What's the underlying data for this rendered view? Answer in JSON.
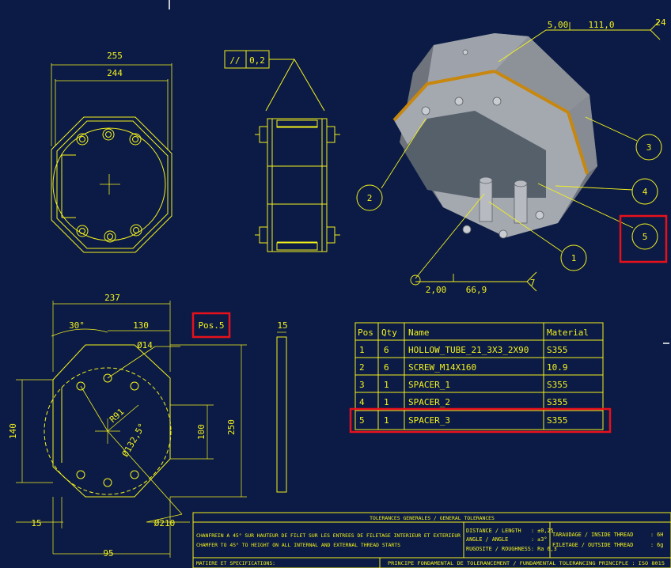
{
  "colors": {
    "background": "#0b1b45",
    "line": "#f4f21c",
    "highlight": "#e8111b",
    "part_face": "#9ea3ab",
    "part_dark": "#6f747c",
    "part_edge": "#c8870f"
  },
  "top_view": {
    "dim_outer": "255",
    "dim_inner": "244"
  },
  "side_view": {
    "flatness_symbol": "//",
    "flatness_value": "0,2"
  },
  "iso_view": {
    "weld_top_a": "5,00",
    "weld_top_b": "111,0",
    "weld_top_tag": "24",
    "weld_bottom_a": "2,00",
    "weld_bottom_b": "66,9",
    "weld_bottom_tag": "7",
    "balloons": [
      "1",
      "2",
      "3",
      "4",
      "5"
    ]
  },
  "detail_view": {
    "dim_width": "237",
    "dim_half_width": "130",
    "dim_angle": "30°",
    "dim_hole": "Ø14",
    "dim_radius": "R91",
    "dim_pcd": "Ø132,5°",
    "dim_height": "250",
    "dim_height_inner": "140",
    "dim_center": "100",
    "dim_left": "15",
    "dim_bottom": "95",
    "dim_bore": "Ø210",
    "pos_label": "Pos.5",
    "thickness": "15"
  },
  "bom": {
    "headers": [
      "Pos",
      "Qty",
      "Name",
      "Material"
    ],
    "rows": [
      [
        "1",
        "6",
        "HOLLOW_TUBE_21_3X3_2X90",
        "S355"
      ],
      [
        "2",
        "6",
        "SCREW_M14X160",
        "10.9"
      ],
      [
        "3",
        "1",
        "SPACER_1",
        "S355"
      ],
      [
        "4",
        "1",
        "SPACER_2",
        "S355"
      ],
      [
        "5",
        "1",
        "SPACER_3",
        "S355"
      ]
    ],
    "highlighted_row": 4
  },
  "title_block": {
    "tolerances_title": "TOLERANCES GENERALES / GENERAL TOLERANCES",
    "chamfer_fr": "CHANFREIN A 45° SUR HAUTEUR DE FILET SUR LES ENTREES DE FILETAGE INTERIEUR ET EXTERIEUR",
    "chamfer_en": "CHAMFER TO 45° TO HEIGHT ON ALL INTERNAL AND EXTERNAL THREAD STARTS",
    "distance_label": "DISTANCE / LENGTH",
    "distance_value": ": ±0,25",
    "angle_label": "ANGLE / ANGLE",
    "angle_value": ": ±3°",
    "roughness_label": "RUGOSITE / ROUGHNESS",
    "roughness_value": ": Ra 6,3",
    "tap_label": "TARAUDAGE / INSIDE THREAD",
    "tap_value": ": 6H",
    "thread_label": "FILETAGE / OUTSIDE THREAD",
    "thread_value": ": 6g",
    "material_label": "MATIERE ET SPECIFICATIONS:",
    "principle": "PRINCIPE FONDAMENTAL DE TOLERANCEMENT / FUNDAMENTAL TOLERANCING PRINCIPLE : ISO 8015"
  }
}
